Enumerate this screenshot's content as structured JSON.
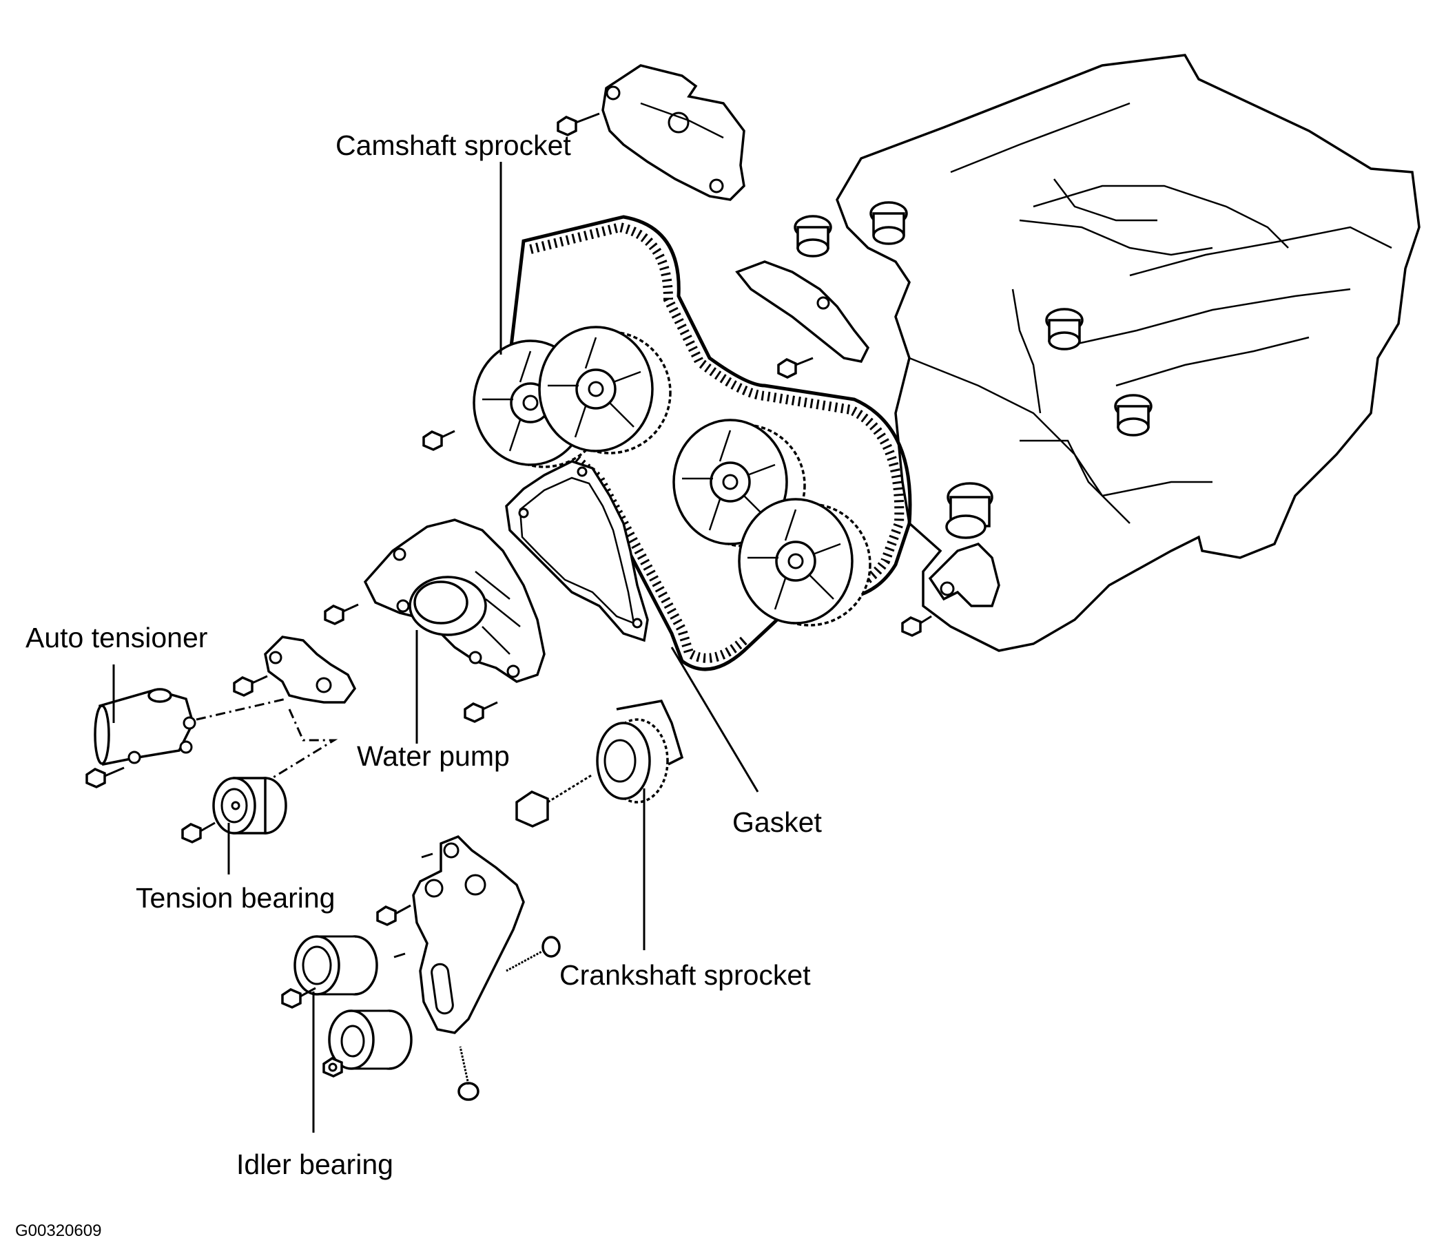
{
  "labels": {
    "camshaft_sprocket": "Camshaft sprocket",
    "auto_tensioner": "Auto tensioner",
    "water_pump": "Water pump",
    "gasket": "Gasket",
    "tension_bearing": "Tension bearing",
    "crankshaft_sprocket": "Crankshaft sprocket",
    "idler_bearing": "Idler bearing"
  },
  "figure_code": "G00320609"
}
